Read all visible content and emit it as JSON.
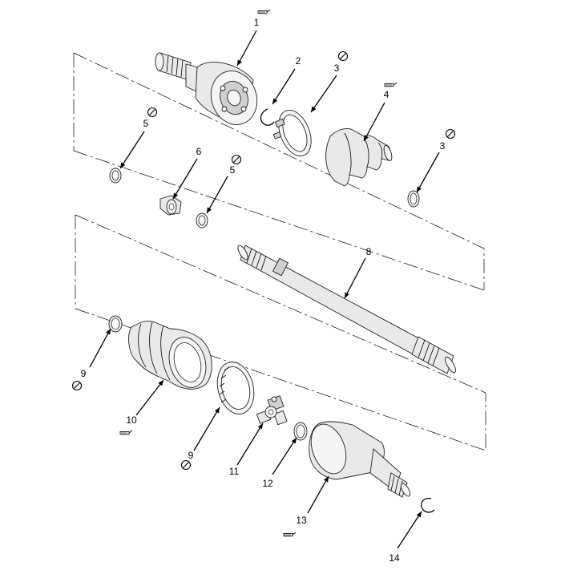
{
  "callouts": [
    {
      "id": "1",
      "label": "1"
    },
    {
      "id": "2",
      "label": "2"
    },
    {
      "id": "3a",
      "label": "3"
    },
    {
      "id": "4",
      "label": "4"
    },
    {
      "id": "3b",
      "label": "3"
    },
    {
      "id": "5a",
      "label": "5"
    },
    {
      "id": "6",
      "label": "6"
    },
    {
      "id": "5b",
      "label": "5"
    },
    {
      "id": "8",
      "label": "8"
    },
    {
      "id": "9a",
      "label": "9"
    },
    {
      "id": "10",
      "label": "10"
    },
    {
      "id": "9b",
      "label": "9"
    },
    {
      "id": "11",
      "label": "11"
    },
    {
      "id": "12",
      "label": "12"
    },
    {
      "id": "13",
      "label": "13"
    },
    {
      "id": "14",
      "label": "14"
    }
  ],
  "symbols": {
    "do_not_reuse": "no-reuse-icon",
    "grease": "grease-tube-icon"
  }
}
